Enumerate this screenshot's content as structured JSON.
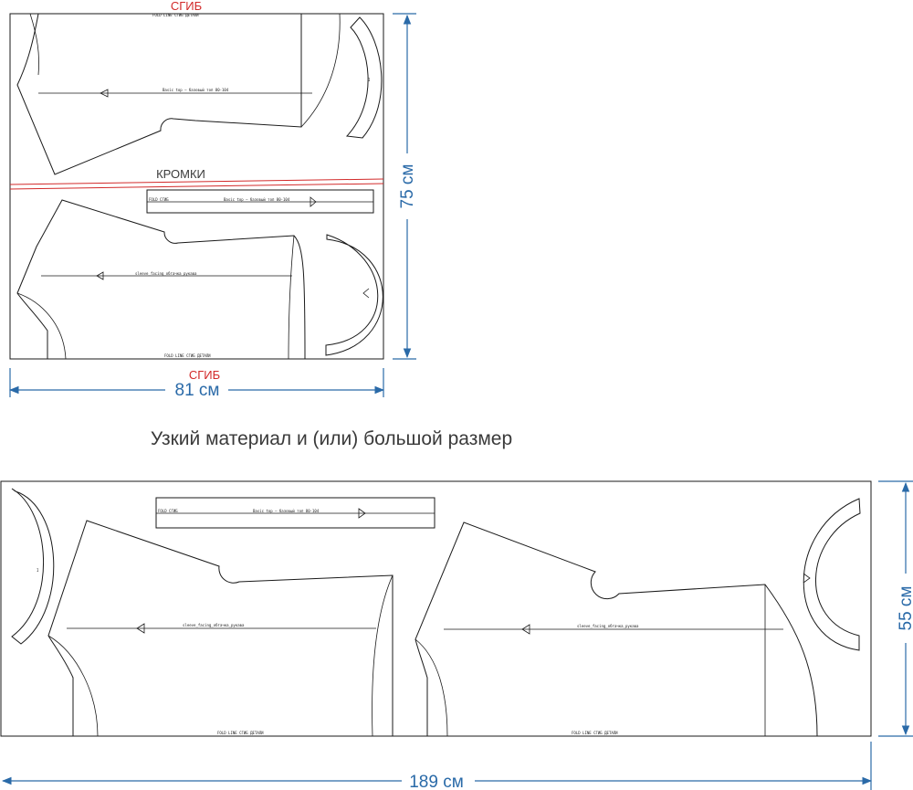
{
  "layout_top": {
    "fold_top_label": "СГИБ",
    "selvedge_label": "КРОМКИ",
    "fold_bottom_label": "СГИБ",
    "width_label": "81 см",
    "height_label": "75 см"
  },
  "caption": "Узкий материал и (или) большой размер",
  "layout_bottom": {
    "width_label": "189 см",
    "height_label": "55 см"
  },
  "pieces": {
    "fold_strip": "FOLD СГИБ",
    "strip_text": "Basic top – базовый топ 80-104",
    "strip_text2": "sleeve_facing_обтачка_рукава",
    "fold_detail": "FOLD LINE СГИБ ДЕТАЛИ",
    "fold_detail_mirror": "FOLD LINE СГИБ ДЕТАЛИ"
  }
}
